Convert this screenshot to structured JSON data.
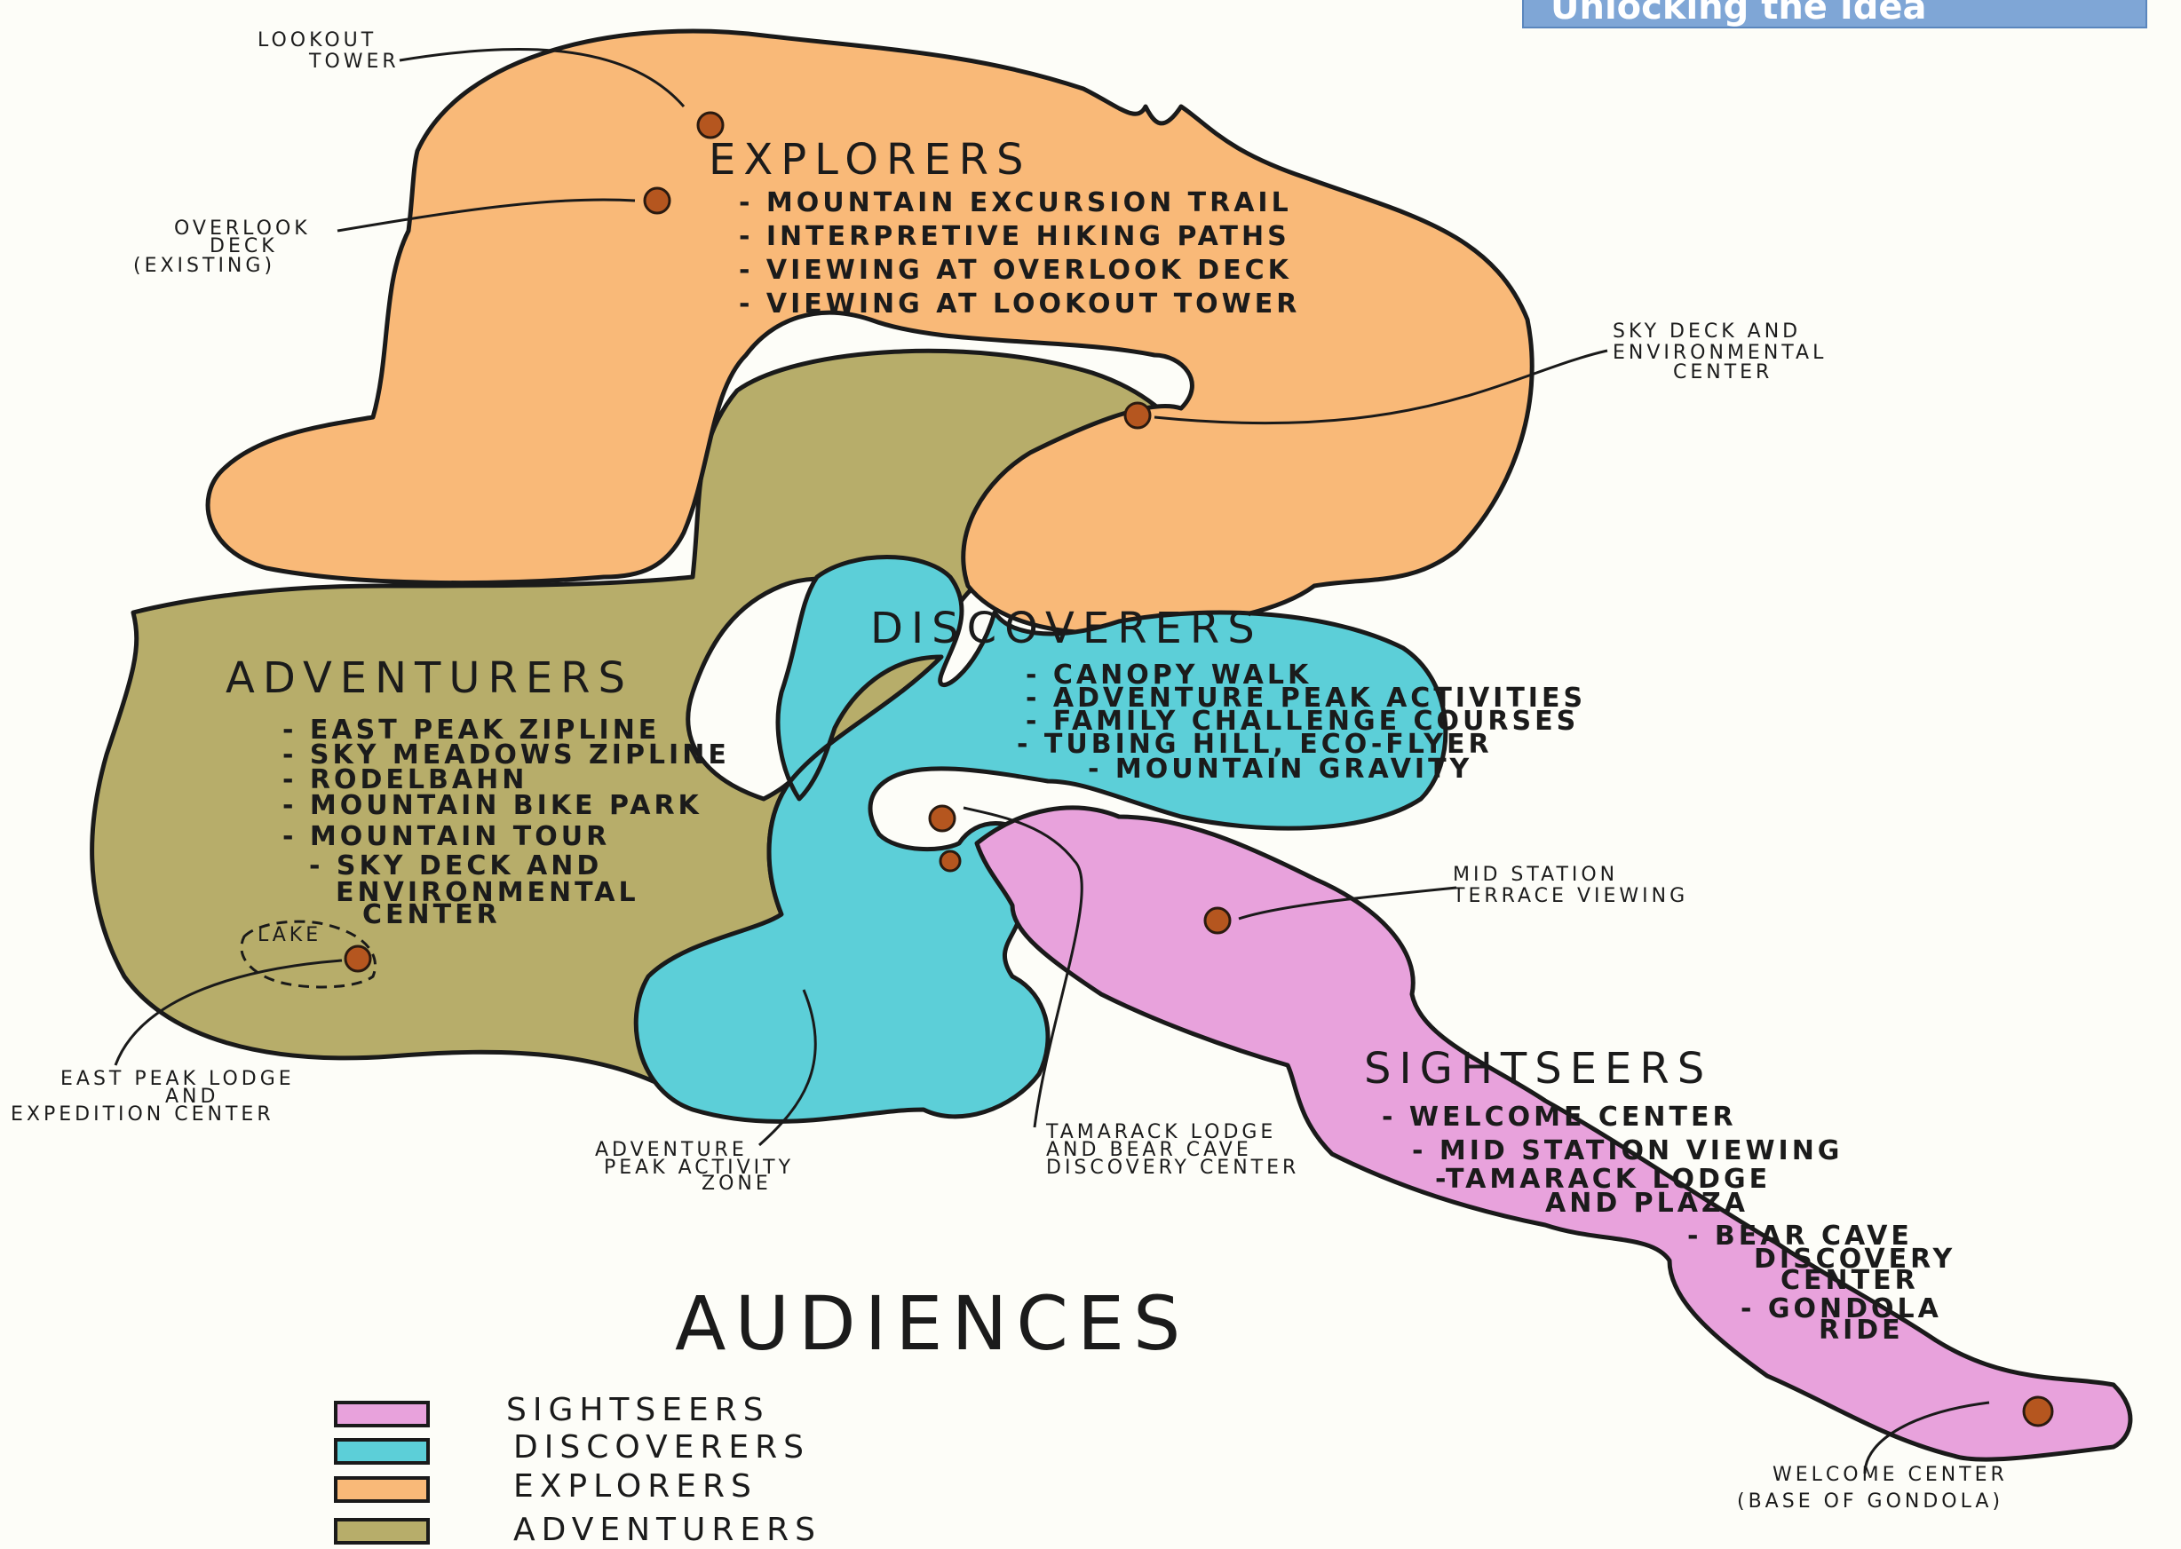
{
  "banner": {
    "title": "Unlocking the Idea"
  },
  "colors": {
    "sightseers": "#e8a2dc",
    "discoverers": "#5ccfd8",
    "explorers": "#f9b978",
    "adventurers": "#b7ad6a",
    "marker": "#b5561f"
  },
  "zones": {
    "explorers": {
      "title": "EXPLORERS",
      "items": [
        "- MOUNTAIN EXCURSION TRAIL",
        "- INTERPRETIVE HIKING PATHS",
        "- VIEWING AT OVERLOOK DECK",
        "- VIEWING AT LOOKOUT TOWER"
      ]
    },
    "adventurers": {
      "title": "ADVENTURERS",
      "items": [
        "- EAST PEAK ZIPLINE",
        "- SKY MEADOWS ZIPLINE",
        "- RODELBAHN",
        "- MOUNTAIN BIKE PARK",
        "- MOUNTAIN TOUR",
        "- SKY DECK AND",
        "ENVIRONMENTAL",
        "CENTER"
      ]
    },
    "discoverers": {
      "title": "DISCOVERERS",
      "items": [
        "- CANOPY WALK",
        "- ADVENTURE PEAK ACTIVITIES",
        "- FAMILY CHALLENGE COURSES",
        "- TUBING HILL, ECO-FLYER",
        "- MOUNTAIN GRAVITY"
      ]
    },
    "sightseers": {
      "title": "SIGHTSEERS",
      "items": [
        "- WELCOME CENTER",
        "- MID STATION VIEWING",
        "-TAMARACK LODGE",
        "AND PLAZA",
        "- BEAR CAVE",
        "DISCOVERY",
        "CENTER",
        "- GONDOLA",
        "RIDE"
      ]
    }
  },
  "callouts": {
    "lookout_tower": [
      "LOOKOUT",
      "TOWER"
    ],
    "overlook_deck": [
      "OVERLOOK",
      "DECK",
      "(EXISTING)"
    ],
    "sky_deck": [
      "SKY DECK AND",
      "ENVIRONMENTAL",
      "CENTER"
    ],
    "mid_station": [
      "MID STATION",
      "TERRACE VIEWING"
    ],
    "east_peak_lodge": [
      "EAST PEAK LODGE",
      "AND",
      "EXPEDITION CENTER"
    ],
    "adventure_peak": [
      "ADVENTURE",
      "PEAK ACTIVITY",
      "ZONE"
    ],
    "tamarack": [
      "TAMARACK LODGE",
      "AND BEAR CAVE",
      "DISCOVERY CENTER"
    ],
    "welcome_center": [
      "WELCOME CENTER",
      "(BASE OF GONDOLA)"
    ],
    "lake": "LAKE"
  },
  "legend": {
    "title": "AUDIENCES",
    "items": [
      {
        "label": "SIGHTSEERS",
        "color": "#e8a2dc"
      },
      {
        "label": "DISCOVERERS",
        "color": "#5ccfd8"
      },
      {
        "label": "EXPLORERS",
        "color": "#f9b978"
      },
      {
        "label": "ADVENTURERS",
        "color": "#b7ad6a"
      }
    ]
  }
}
